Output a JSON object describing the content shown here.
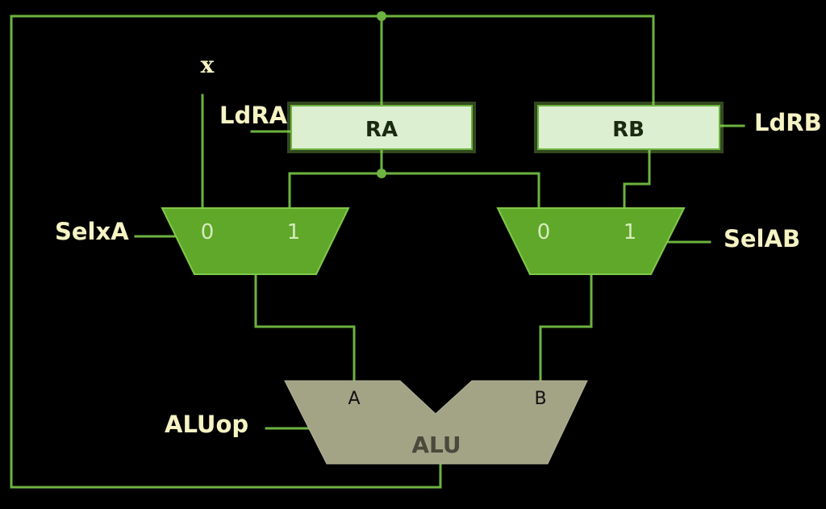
{
  "diagram": {
    "input_label": "x",
    "registers": {
      "ra": {
        "name": "RA",
        "load_signal": "LdRA"
      },
      "rb": {
        "name": "RB",
        "load_signal": "LdRB"
      }
    },
    "mux_left": {
      "select_signal": "SelxA",
      "port0": "0",
      "port1": "1"
    },
    "mux_right": {
      "select_signal": "SelAB",
      "port0": "0",
      "port1": "1"
    },
    "alu": {
      "name": "ALU",
      "op_signal": "ALUop",
      "port_a": "A",
      "port_b": "B"
    }
  },
  "colors": {
    "background": "#000000",
    "wire": "#6db33f",
    "register_fill": "#dcefd0",
    "mux_fill": "#5fa82a",
    "alu_fill": "#a3a386",
    "label_text": "#f6f3c4"
  }
}
